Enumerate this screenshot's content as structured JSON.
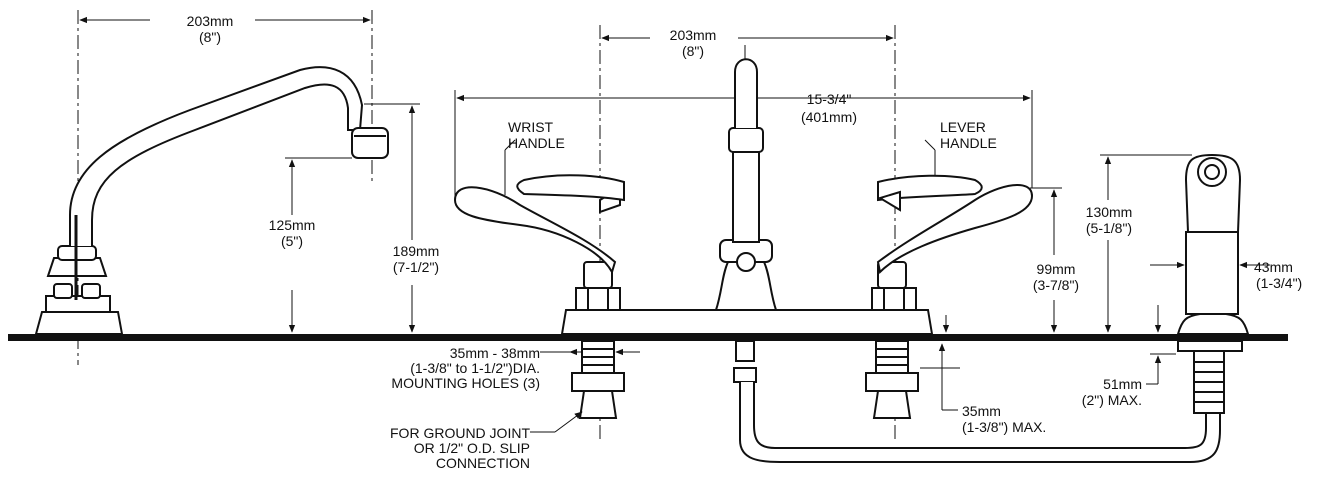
{
  "dimensions": {
    "spout_reach": {
      "mm": "203mm",
      "in": "(8\")"
    },
    "center_spacing": {
      "mm": "203mm",
      "in": "(8\")"
    },
    "overall_width": {
      "in": "15-3/4\"",
      "mm": "(401mm)"
    },
    "spout_clearance": {
      "mm": "125mm",
      "in": "(5\")"
    },
    "spout_height": {
      "mm": "189mm",
      "in": "(7-1/2\")"
    },
    "handle_height": {
      "mm": "99mm",
      "in": "(3-7/8\")"
    },
    "spray_height": {
      "mm": "130mm",
      "in": "(5-1/8\")"
    },
    "spray_width": {
      "mm": "43mm",
      "in": "(1-3/4\")"
    },
    "spray_shank": {
      "mm": "51mm",
      "in": "(2\") MAX."
    },
    "shank_length": {
      "mm": "35mm",
      "in": "(1-3/8\") MAX."
    },
    "mounting_holes": {
      "line1": "35mm - 38mm",
      "line2": "(1-3/8\" to 1-1/2\")DIA.",
      "line3": "MOUNTING HOLES (3)"
    }
  },
  "callouts": {
    "wrist": {
      "line1": "WRIST",
      "line2": "HANDLE"
    },
    "lever": {
      "line1": "LEVER",
      "line2": "HANDLE"
    },
    "connection": {
      "line1": "FOR GROUND JOINT",
      "line2": "OR 1/2\" O.D. SLIP",
      "line3": "CONNECTION"
    }
  },
  "colors": {
    "ink": "#111111",
    "paper": "#ffffff"
  }
}
